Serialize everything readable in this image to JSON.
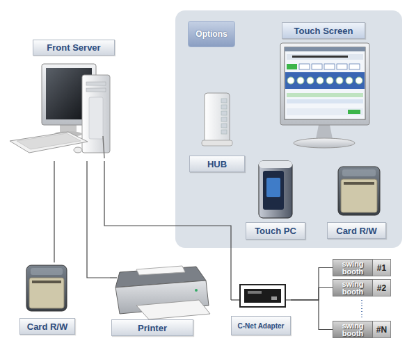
{
  "diagram": {
    "nodes": [
      {
        "text": [
          "Front Server"
        ]
      },
      {
        "text": [
          "Options"
        ]
      },
      {
        "text": [
          "Touch Screen"
        ],
        "in": 1
      },
      {
        "text": [
          "HUB"
        ],
        "in": 1
      },
      {
        "text": [
          "Touch PC"
        ],
        "in": 1
      },
      {
        "text": [
          "Card R/W"
        ],
        "in": 1
      },
      {
        "text": [
          "Card R/W"
        ]
      },
      {
        "text": [
          "Printer"
        ]
      },
      {
        "text": [
          "C-Net Adapter"
        ]
      },
      {
        "text": [
          "swing booth",
          "#1"
        ]
      },
      {
        "text": [
          "swing booth",
          "#2"
        ]
      },
      {
        "text": [
          "swing booth",
          "#N"
        ]
      }
    ],
    "edges": [
      {
        "from": 0,
        "to": 6,
        "arrow": "none"
      },
      {
        "from": 0,
        "to": 7,
        "arrow": "none"
      },
      {
        "from": 0,
        "to": 8,
        "arrow": "none"
      },
      {
        "from": 8,
        "to": 9,
        "arrow": "none"
      },
      {
        "from": 8,
        "to": 10,
        "arrow": "none"
      },
      {
        "from": 8,
        "to": 11,
        "arrow": "none"
      }
    ]
  }
}
